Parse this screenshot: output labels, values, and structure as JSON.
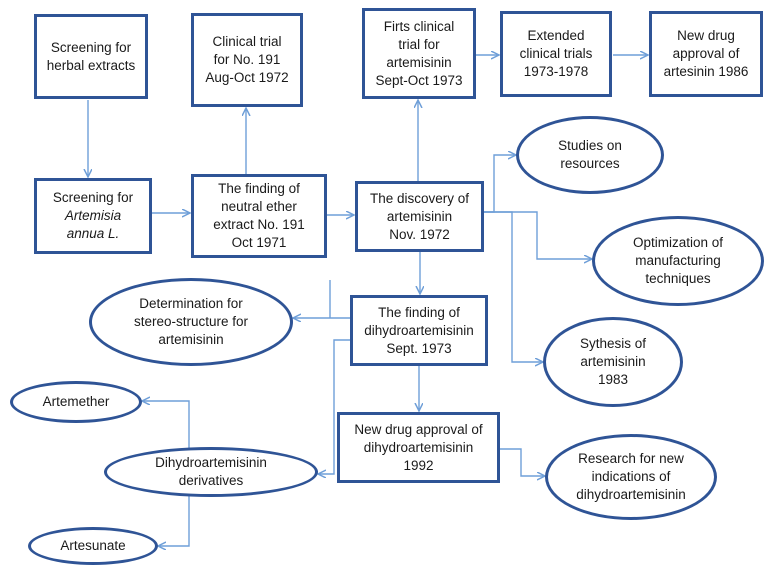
{
  "boxes": {
    "screening_herbal": [
      "Screening for",
      "herbal extracts"
    ],
    "clinical_191": [
      "Clinical trial",
      "for No. 191",
      "Aug-Oct 1972"
    ],
    "first_clinical": [
      "Firts clinical",
      "trial for",
      "artemisinin",
      "Sept-Oct 1973"
    ],
    "extended_trials": [
      "Extended",
      "clinical trials",
      "1973-1978"
    ],
    "approval_artesinin": [
      "New drug",
      "approval of",
      "artesinin 1986"
    ],
    "screening_artemisia": [
      "Screening for",
      "Artemisia",
      "annua L."
    ],
    "finding_191": [
      "The finding of",
      "neutral ether",
      "extract No. 191",
      "Oct 1971"
    ],
    "discovery": [
      "The discovery of",
      "artemisinin",
      "Nov. 1972"
    ],
    "finding_dha": [
      "The finding of",
      "dihydroartemisinin",
      "Sept. 1973"
    ],
    "approval_dha": [
      "New drug approval of",
      "dihydroartemisinin",
      "1992"
    ]
  },
  "ellipses": {
    "resources": [
      "Studies on",
      "resources"
    ],
    "optimization": [
      "Optimization of",
      "manufacturing",
      "techniques"
    ],
    "stereo": [
      "Determination for",
      "stereo-structure for",
      "artemisinin"
    ],
    "synthesis": [
      "Sythesis of",
      "artemisinin",
      "1983"
    ],
    "artemether": [
      "Artemether"
    ],
    "derivatives": [
      "Dihydroartemisinin",
      "derivatives"
    ],
    "research": [
      "Research for new",
      "indications of",
      "dihydroartemisinin"
    ],
    "artesunate": [
      "Artesunate"
    ]
  },
  "colors": {
    "border": "#2f5496",
    "arrow": "#6f9fd8",
    "text": "#1a1a1a"
  }
}
